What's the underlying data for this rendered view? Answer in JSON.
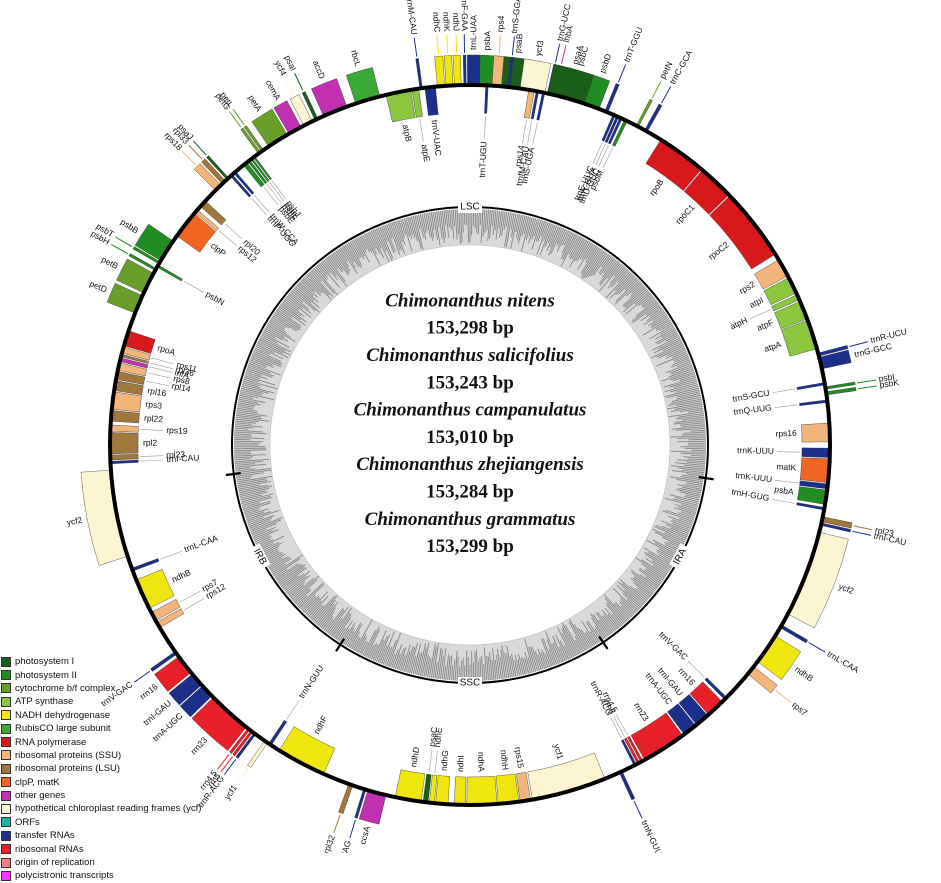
{
  "legend": {
    "items": [
      {
        "label": "photosystem I",
        "color": "#1a5e1a"
      },
      {
        "label": "photosystem II",
        "color": "#218c21"
      },
      {
        "label": "cytochrome b/f complex",
        "color": "#6a9e2a"
      },
      {
        "label": "ATP synthase",
        "color": "#8cc63f"
      },
      {
        "label": "NADH dehydrogenase",
        "color": "#f0e60f"
      },
      {
        "label": "RubisCO large subunit",
        "color": "#3aa935"
      },
      {
        "label": "RNA polymerase",
        "color": "#d7191c"
      },
      {
        "label": "ribosomal proteins (SSU)",
        "color": "#f2b57a"
      },
      {
        "label": "ribosomal proteins (LSU)",
        "color": "#a0783c"
      },
      {
        "label": "clpP, matK",
        "color": "#f26522"
      },
      {
        "label": "other genes",
        "color": "#c030b0"
      },
      {
        "label": "hypothetical chloroplast reading frames (ycf)",
        "color": "#fcf5d2"
      },
      {
        "label": "ORFs",
        "color": "#1bb2a9"
      },
      {
        "label": "transfer RNAs",
        "color": "#1c2f8a"
      },
      {
        "label": "ribosomal RNAs",
        "color": "#e8202a"
      },
      {
        "label": "origin of replication",
        "color": "#f08080"
      },
      {
        "label": "polycistronic transcripts",
        "color": "#ff33ff"
      }
    ]
  },
  "center": {
    "lines": [
      {
        "text": "Chimonanthus nitens",
        "kind": "species"
      },
      {
        "text": "153,298 bp",
        "kind": "size"
      },
      {
        "text": "Chimonanthus salicifolius",
        "kind": "species"
      },
      {
        "text": "153,243 bp",
        "kind": "size"
      },
      {
        "text": "Chimonanthus campanulatus",
        "kind": "species"
      },
      {
        "text": "153,010 bp",
        "kind": "size"
      },
      {
        "text": "Chimonanthus zhejiangensis",
        "kind": "species"
      },
      {
        "text": "153,284 bp",
        "kind": "size"
      },
      {
        "text": "Chimonanthus grammatus",
        "kind": "species"
      },
      {
        "text": "153,299 bp",
        "kind": "size"
      }
    ]
  },
  "regions": [
    {
      "label": "LSC",
      "angle": 0
    },
    {
      "label": "IRA",
      "angle": 118
    },
    {
      "label": "SSC",
      "angle": 180
    },
    {
      "label": "IRB",
      "angle": 242
    }
  ],
  "region_boundaries": [
    98,
    146,
    213,
    263
  ],
  "genes": [
    {
      "name": "psbA",
      "a0": 0.5,
      "a1": 4.5,
      "side": "out",
      "color": "#218c21"
    },
    {
      "name": "psaB",
      "a0": 5,
      "a1": 9,
      "side": "out",
      "color": "#1a5e1a"
    },
    {
      "name": "rps14",
      "a0": 9.4,
      "a1": 10.3,
      "side": "in",
      "color": "#f2b57a"
    },
    {
      "name": "trnfM-CAU",
      "a0": 10.6,
      "a1": 11,
      "side": "in",
      "color": "#1c2f8a"
    },
    {
      "name": "trnS-UGA",
      "a0": 11.6,
      "a1": 12,
      "side": "in",
      "color": "#1c2f8a"
    },
    {
      "name": "trnG-UCC",
      "a0": 12.4,
      "a1": 12.8,
      "side": "out",
      "color": "#1c2f8a"
    },
    {
      "name": "lhbA",
      "a0": 13.2,
      "a1": 13.8,
      "side": "out",
      "color": "#c030b0"
    },
    {
      "name": "psbC",
      "a0": 14.5,
      "a1": 18,
      "side": "out",
      "color": "#218c21"
    },
    {
      "name": "psbD",
      "a0": 18.2,
      "a1": 21,
      "side": "out",
      "color": "#218c21"
    },
    {
      "name": "trnT-GGU",
      "a0": 22,
      "a1": 22.5,
      "side": "out",
      "color": "#1c2f8a"
    },
    {
      "name": "trnE-UUC",
      "a0": 23.4,
      "a1": 23.8,
      "side": "in",
      "color": "#1c2f8a"
    },
    {
      "name": "trnY-GUA",
      "a0": 24,
      "a1": 24.4,
      "side": "in",
      "color": "#1c2f8a"
    },
    {
      "name": "trnD-GUC",
      "a0": 24.6,
      "a1": 25,
      "side": "in",
      "color": "#1c2f8a"
    },
    {
      "name": "psbM",
      "a0": 25.4,
      "a1": 25.9,
      "side": "in",
      "color": "#218c21"
    },
    {
      "name": "petN",
      "a0": 27.5,
      "a1": 27.9,
      "side": "out",
      "color": "#6a9e2a"
    },
    {
      "name": "trnC-GCA",
      "a0": 29,
      "a1": 29.5,
      "side": "out",
      "color": "#1c2f8a"
    },
    {
      "name": "rpoB",
      "a0": 32,
      "a1": 40,
      "side": "in",
      "color": "#d7191c"
    },
    {
      "name": "rpoC1",
      "a0": 40.2,
      "a1": 46,
      "side": "in",
      "color": "#d7191c"
    },
    {
      "name": "rpoC2",
      "a0": 46.2,
      "a1": 58,
      "side": "in",
      "color": "#d7191c"
    },
    {
      "name": "rps2",
      "a0": 59,
      "a1": 62,
      "side": "in",
      "color": "#f2b57a"
    },
    {
      "name": "atpI",
      "a0": 62.3,
      "a1": 65,
      "side": "in",
      "color": "#8cc63f"
    },
    {
      "name": "atpH",
      "a0": 65.3,
      "a1": 66.2,
      "side": "in",
      "color": "#8cc63f"
    },
    {
      "name": "atpF",
      "a0": 66.5,
      "a1": 69.5,
      "side": "in",
      "color": "#8cc63f"
    },
    {
      "name": "atpA",
      "a0": 69.7,
      "a1": 74.5,
      "side": "in",
      "color": "#8cc63f"
    },
    {
      "name": "trnR-UCU",
      "a0": 75.2,
      "a1": 75.7,
      "side": "out",
      "color": "#1c2f8a"
    },
    {
      "name": "trnG-GCC",
      "a0": 75.9,
      "a1": 77.8,
      "side": "out",
      "color": "#1c2f8a"
    },
    {
      "name": "trnS-GCU",
      "a0": 80,
      "a1": 80.4,
      "side": "in",
      "color": "#1c2f8a"
    },
    {
      "name": "psbI",
      "a0": 80.7,
      "a1": 81.1,
      "side": "out",
      "color": "#218c21"
    },
    {
      "name": "psbK",
      "a0": 81.5,
      "a1": 82,
      "side": "out",
      "color": "#218c21"
    },
    {
      "name": "trnQ-UUG",
      "a0": 82.8,
      "a1": 83.2,
      "side": "in",
      "color": "#1c2f8a"
    },
    {
      "name": "rps16",
      "a0": 86.5,
      "a1": 89.5,
      "side": "in",
      "color": "#f2b57a"
    },
    {
      "name": "trnK-UUU",
      "a0": 90.5,
      "a1": 92,
      "side": "in",
      "color": "#1c2f8a"
    },
    {
      "name": "matK",
      "a0": 92.2,
      "a1": 96,
      "side": "in",
      "color": "#f26522"
    },
    {
      "name": "trnK-UUU",
      "a0": 96.2,
      "a1": 97,
      "side": "in",
      "color": "#1c2f8a"
    },
    {
      "name": "psbA",
      "a0": 97.2,
      "a1": 99.5,
      "side": "in",
      "color": "#218c21"
    },
    {
      "name": "trnH-GUG",
      "a0": 100,
      "a1": 100.4,
      "side": "in",
      "color": "#1c2f8a"
    },
    {
      "name": "rpl23",
      "a0": 101.5,
      "a1": 102.3,
      "side": "out",
      "color": "#a0783c"
    },
    {
      "name": "trnI-CAU",
      "a0": 102.5,
      "a1": 102.9,
      "side": "out",
      "color": "#1c2f8a"
    },
    {
      "name": "ycf2",
      "a0": 104,
      "a1": 118,
      "side": "out",
      "color": "#fcf5d2"
    },
    {
      "name": "trnL-CAA",
      "a0": 120,
      "a1": 120.5,
      "side": "out",
      "color": "#1c2f8a"
    },
    {
      "name": "ndhB",
      "a0": 122,
      "a1": 127,
      "side": "out",
      "color": "#f0e60f"
    },
    {
      "name": "rps7",
      "a0": 128,
      "a1": 129.5,
      "side": "out",
      "color": "#f2b57a"
    },
    {
      "name": "trnV-GAC",
      "a0": 134.5,
      "a1": 135,
      "side": "in",
      "color": "#1c2f8a"
    },
    {
      "name": "rrn16",
      "a0": 135.5,
      "a1": 138.5,
      "side": "in",
      "color": "#e8202a"
    },
    {
      "name": "trnI-GAU",
      "a0": 138.7,
      "a1": 141,
      "side": "in",
      "color": "#1c2f8a"
    },
    {
      "name": "trnA-UGC",
      "a0": 141.2,
      "a1": 143.5,
      "side": "in",
      "color": "#1c2f8a"
    },
    {
      "name": "rrn23",
      "a0": 143.8,
      "a1": 151,
      "side": "in",
      "color": "#e8202a"
    },
    {
      "name": "rrn4.5",
      "a0": 151.3,
      "a1": 151.7,
      "side": "in",
      "color": "#e8202a"
    },
    {
      "name": "rrn5",
      "a0": 151.9,
      "a1": 152.3,
      "side": "in",
      "color": "#e8202a"
    },
    {
      "name": "trnR-ACG",
      "a0": 152.5,
      "a1": 152.9,
      "side": "in",
      "color": "#1c2f8a"
    },
    {
      "name": "trnN-GUU",
      "a0": 155,
      "a1": 155.5,
      "side": "out",
      "color": "#1c2f8a"
    },
    {
      "name": "ycf1",
      "a0": 158,
      "a1": 170,
      "side": "in",
      "color": "#fcf5d2"
    },
    {
      "name": "rps15",
      "a0": 170.3,
      "a1": 172,
      "side": "in",
      "color": "#f2b57a"
    },
    {
      "name": "ndhH",
      "a0": 172.2,
      "a1": 175.5,
      "side": "in",
      "color": "#f0e60f"
    },
    {
      "name": "ndhA",
      "a0": 175.7,
      "a1": 180.5,
      "side": "in",
      "color": "#f0e60f"
    },
    {
      "name": "ndhI",
      "a0": 180.7,
      "a1": 182.5,
      "side": "in",
      "color": "#f0e60f"
    },
    {
      "name": "ndhG",
      "a0": 183.5,
      "a1": 185.5,
      "side": "in",
      "color": "#f0e60f"
    },
    {
      "name": "ndhE",
      "a0": 185.7,
      "a1": 186.5,
      "side": "in",
      "color": "#f0e60f"
    },
    {
      "name": "psaC",
      "a0": 186.7,
      "a1": 187.5,
      "side": "in",
      "color": "#1a5e1a"
    },
    {
      "name": "ndhD",
      "a0": 187.8,
      "a1": 192,
      "side": "in",
      "color": "#f0e60f"
    },
    {
      "name": "ccsA",
      "a0": 193.5,
      "a1": 196.5,
      "side": "out",
      "color": "#c030b0"
    },
    {
      "name": "trnL-UAG",
      "a0": 196.8,
      "a1": 197.2,
      "side": "out",
      "color": "#1c2f8a"
    },
    {
      "name": "rpl32",
      "a0": 199,
      "a1": 199.7,
      "side": "out",
      "color": "#a0783c"
    },
    {
      "name": "ndhF",
      "a0": 204,
      "a1": 212,
      "side": "in",
      "color": "#f0e60f"
    },
    {
      "name": "trnN-GUU",
      "a0": 213.5,
      "a1": 214,
      "side": "in",
      "color": "#1c2f8a"
    },
    {
      "name": "ycf1",
      "a0": 214.2,
      "a1": 214.8,
      "side": "out",
      "color": "#fcf5d2"
    },
    {
      "name": "trnR-ACG",
      "a0": 216.5,
      "a1": 216.9,
      "side": "out",
      "color": "#1c2f8a"
    },
    {
      "name": "rrn5",
      "a0": 217.1,
      "a1": 217.5,
      "side": "out",
      "color": "#e8202a"
    },
    {
      "name": "rrn4.5",
      "a0": 217.7,
      "a1": 218.1,
      "side": "out",
      "color": "#e8202a"
    },
    {
      "name": "rrn23",
      "a0": 218.4,
      "a1": 225.5,
      "side": "out",
      "color": "#e8202a"
    },
    {
      "name": "trnA-UGC",
      "a0": 225.8,
      "a1": 228,
      "side": "out",
      "color": "#1c2f8a"
    },
    {
      "name": "trnI-GAU",
      "a0": 228.2,
      "a1": 230.5,
      "side": "out",
      "color": "#1c2f8a"
    },
    {
      "name": "rrn16",
      "a0": 230.8,
      "a1": 234,
      "side": "out",
      "color": "#e8202a"
    },
    {
      "name": "trnV-GAC",
      "a0": 234.5,
      "a1": 235,
      "side": "out",
      "color": "#1c2f8a"
    },
    {
      "name": "rps12",
      "a0": 239.5,
      "a1": 240.5,
      "side": "in",
      "color": "#f2b57a"
    },
    {
      "name": "rps7",
      "a0": 240.8,
      "a1": 242.3,
      "side": "in",
      "color": "#f2b57a"
    },
    {
      "name": "ndhB",
      "a0": 243,
      "a1": 248,
      "side": "in",
      "color": "#f0e60f"
    },
    {
      "name": "trnL-CAA",
      "a0": 249.5,
      "a1": 250,
      "side": "in",
      "color": "#1c2f8a"
    },
    {
      "name": "ycf2",
      "a0": 252,
      "a1": 266,
      "side": "out",
      "color": "#fcf5d2"
    },
    {
      "name": "trnI-CAU",
      "a0": 267,
      "a1": 267.4,
      "side": "in",
      "color": "#1c2f8a"
    },
    {
      "name": "rpl23",
      "a0": 267.6,
      "a1": 268.4,
      "side": "in",
      "color": "#a0783c"
    },
    {
      "name": "rpl2",
      "a0": 268.6,
      "a1": 272,
      "side": "in",
      "color": "#a0783c"
    },
    {
      "name": "rps19",
      "a0": 272.2,
      "a1": 273.2,
      "side": "in",
      "color": "#f2b57a"
    },
    {
      "name": "rpl22",
      "a0": 273.8,
      "a1": 275.5,
      "side": "in",
      "color": "#a0783c"
    },
    {
      "name": "rps3",
      "a0": 275.7,
      "a1": 278.5,
      "side": "in",
      "color": "#f2b57a"
    },
    {
      "name": "rpl16",
      "a0": 278.7,
      "a1": 280.3,
      "side": "in",
      "color": "#a0783c"
    },
    {
      "name": "rpl14",
      "a0": 280.5,
      "a1": 281.8,
      "side": "in",
      "color": "#a0783c"
    },
    {
      "name": "rps8",
      "a0": 282,
      "a1": 283.2,
      "side": "in",
      "color": "#f2b57a"
    },
    {
      "name": "infA",
      "a0": 283.4,
      "a1": 284,
      "side": "in",
      "color": "#c030b0"
    },
    {
      "name": "rpl36",
      "a0": 284.2,
      "a1": 284.6,
      "side": "in",
      "color": "#a0783c"
    },
    {
      "name": "rps11",
      "a0": 284.8,
      "a1": 285.8,
      "side": "in",
      "color": "#f2b57a"
    },
    {
      "name": "rpoA",
      "a0": 286,
      "a1": 288.5,
      "side": "in",
      "color": "#d7191c"
    },
    {
      "name": "petD",
      "a0": 291.5,
      "a1": 294.5,
      "side": "out",
      "color": "#6a9e2a"
    },
    {
      "name": "petB",
      "a0": 295,
      "a1": 298.5,
      "side": "out",
      "color": "#6a9e2a"
    },
    {
      "name": "psbH",
      "a0": 299,
      "a1": 299.4,
      "side": "out",
      "color": "#218c21"
    },
    {
      "name": "psbN",
      "a0": 299.6,
      "a1": 300,
      "side": "in",
      "color": "#218c21"
    },
    {
      "name": "psbT",
      "a0": 300.2,
      "a1": 300.6,
      "side": "out",
      "color": "#218c21"
    },
    {
      "name": "psbB",
      "a0": 300.8,
      "a1": 304.5,
      "side": "out",
      "color": "#218c21"
    },
    {
      "name": "clpP",
      "a0": 305.5,
      "a1": 310,
      "side": "in",
      "color": "#f26522"
    },
    {
      "name": "rps12",
      "a0": 310.2,
      "a1": 310.8,
      "side": "in",
      "color": "#f2b57a"
    },
    {
      "name": "rpl20",
      "a0": 311.5,
      "a1": 312.7,
      "side": "in",
      "color": "#a0783c"
    },
    {
      "name": "rps18",
      "a0": 315,
      "a1": 316.2,
      "side": "out",
      "color": "#f2b57a"
    },
    {
      "name": "rpl33",
      "a0": 316.5,
      "a1": 317.2,
      "side": "out",
      "color": "#a0783c"
    },
    {
      "name": "psaJ",
      "a0": 317.5,
      "a1": 317.9,
      "side": "out",
      "color": "#1a5e1a"
    },
    {
      "name": "trnP-UGG",
      "a0": 318.3,
      "a1": 318.7,
      "side": "in",
      "color": "#1c2f8a"
    },
    {
      "name": "trnW-CCA",
      "a0": 319,
      "a1": 319.4,
      "side": "in",
      "color": "#1c2f8a"
    },
    {
      "name": "psbE",
      "a0": 321,
      "a1": 321.7,
      "side": "in",
      "color": "#218c21"
    },
    {
      "name": "psbF",
      "a0": 321.9,
      "a1": 322.3,
      "side": "in",
      "color": "#218c21"
    },
    {
      "name": "psbL",
      "a0": 322.5,
      "a1": 322.8,
      "side": "in",
      "color": "#218c21"
    },
    {
      "name": "psbJ",
      "a0": 323,
      "a1": 323.3,
      "side": "in",
      "color": "#218c21"
    },
    {
      "name": "petG",
      "a0": 324,
      "a1": 324.4,
      "side": "out",
      "color": "#6a9e2a"
    },
    {
      "name": "petL",
      "a0": 324.6,
      "a1": 325,
      "side": "out",
      "color": "#6a9e2a"
    },
    {
      "name": "petA",
      "a0": 326,
      "a1": 329.5,
      "side": "out",
      "color": "#6a9e2a"
    },
    {
      "name": "cemA",
      "a0": 329.8,
      "a1": 332,
      "side": "out",
      "color": "#c030b0"
    },
    {
      "name": "ycf4",
      "a0": 332.5,
      "a1": 334,
      "side": "out",
      "color": "#fcf5d2"
    },
    {
      "name": "psaI",
      "a0": 334.5,
      "a1": 335,
      "side": "out",
      "color": "#1a5e1a"
    },
    {
      "name": "accD",
      "a0": 336,
      "a1": 340,
      "side": "out",
      "color": "#c030b0"
    },
    {
      "name": "rbcL",
      "a0": 341.5,
      "a1": 345.5,
      "side": "out",
      "color": "#3aa935"
    },
    {
      "name": "atpB",
      "a0": 346.5,
      "a1": 350.5,
      "side": "in",
      "color": "#8cc63f"
    },
    {
      "name": "atpE",
      "a0": 350.7,
      "a1": 351.8,
      "side": "in",
      "color": "#8cc63f"
    },
    {
      "name": "trnM-CAU",
      "a0": 352,
      "a1": 352.4,
      "side": "out",
      "color": "#1c2f8a"
    },
    {
      "name": "trnV-UAC",
      "a0": 352.8,
      "a1": 354.5,
      "side": "in",
      "color": "#1c2f8a"
    },
    {
      "name": "ndhC",
      "a0": 354.8,
      "a1": 356,
      "side": "out",
      "color": "#f0e60f"
    },
    {
      "name": "ndhK",
      "a0": 356.2,
      "a1": 357.3,
      "side": "out",
      "color": "#f0e60f"
    },
    {
      "name": "ndhJ",
      "a0": 357.5,
      "a1": 358.6,
      "side": "out",
      "color": "#f0e60f"
    },
    {
      "name": "trnF-GAA",
      "a0": 359,
      "a1": 359.4,
      "side": "out",
      "color": "#1c2f8a"
    },
    {
      "name": "trnL-UAA",
      "a0": 359.6,
      "a1": 361.5,
      "side": "out",
      "color": "#1c2f8a"
    },
    {
      "name": "trnT-UGU",
      "a0": 362.5,
      "a1": 362.9,
      "side": "in",
      "color": "#1c2f8a"
    },
    {
      "name": "rps4",
      "a0": 363.5,
      "a1": 365,
      "side": "out",
      "color": "#f2b57a"
    },
    {
      "name": "trnS-GGA",
      "a0": 366,
      "a1": 366.4,
      "side": "out",
      "color": "#1c2f8a"
    },
    {
      "name": "ycf3",
      "a0": 368,
      "a1": 372,
      "side": "out",
      "color": "#fcf5d2"
    },
    {
      "name": "psaA",
      "a0": 372.5,
      "a1": 378.5,
      "side": "out",
      "color": "#1a5e1a"
    }
  ]
}
